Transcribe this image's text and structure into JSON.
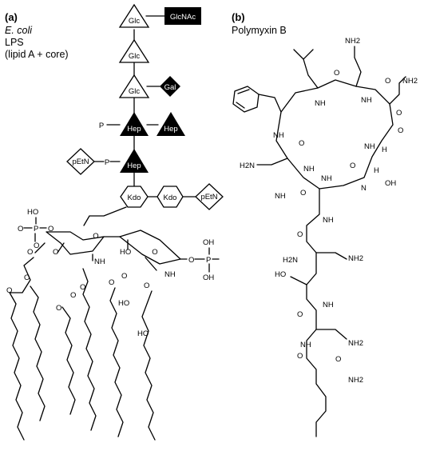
{
  "panel_a": {
    "label": "(a)",
    "caption": [
      "E. coli",
      "LPS",
      "(lipid A + core)"
    ],
    "sugars": {
      "glc_top": "Glc",
      "glcnac": "GlcNAc",
      "glc_mid": "Glc",
      "glc_low": "Glc",
      "gal": "Gal",
      "hep_1": "Hep",
      "hep_side": "Hep",
      "hep_2": "Hep",
      "kdo_1": "Kdo",
      "kdo_2": "Kdo",
      "petn_1": "pEtN",
      "petn_2": "pEtN"
    },
    "atoms": {
      "p_hep1": "P",
      "p_hep2": "P",
      "ho_p_left": "HO",
      "p_left": "P",
      "o_left_a": "O",
      "o_left_b": "O",
      "o_left_c": "O",
      "oh_p_right": "OH",
      "p_right": "P",
      "o_right": "O",
      "oh_right": "OH",
      "o_ring1": "O",
      "o_ring2": "O",
      "nh_1": "NH",
      "nh_2": "NH",
      "ho_ring": "HO",
      "o_ester1": "O",
      "o_ester1b": "O",
      "o_ester2": "O",
      "o_ester3": "O",
      "o_ester3b": "O",
      "ho_chain1": "HO",
      "ho_chain2": "HO",
      "o_acyl1": "O",
      "o_acyl2": "O",
      "o_acyl3": "O",
      "o_acyl4": "O",
      "o_acyl5": "O"
    }
  },
  "panel_b": {
    "label": "(b)",
    "caption": "Polymyxin B",
    "atoms": {
      "nh2_top": "NH2",
      "nh2_topright": "NH2",
      "o_1": "O",
      "o_2": "O",
      "o_3": "O",
      "o_4": "O",
      "o_5": "O",
      "o_6": "O",
      "o_ring_ser": "O",
      "nh_a": "NH",
      "nh_b": "NH",
      "nh_c": "NH",
      "nh_d": "NH",
      "nh_e": "NH",
      "nh_f": "NH",
      "nh_g": "NH",
      "nh_h": "NH",
      "nh_i": "NH",
      "nh_j": "NH",
      "h_1": "H",
      "h_2": "H",
      "oh_1": "OH",
      "ho_1": "HO",
      "h2n_1": "H2N",
      "nh2_mid": "NH2",
      "h2n_2": "H2N",
      "nh2_low": "NH2",
      "nh2_bottom": "NH2",
      "o_7": "O",
      "o_8": "O",
      "o_9": "O",
      "o_10": "O",
      "n_1": "N"
    }
  }
}
